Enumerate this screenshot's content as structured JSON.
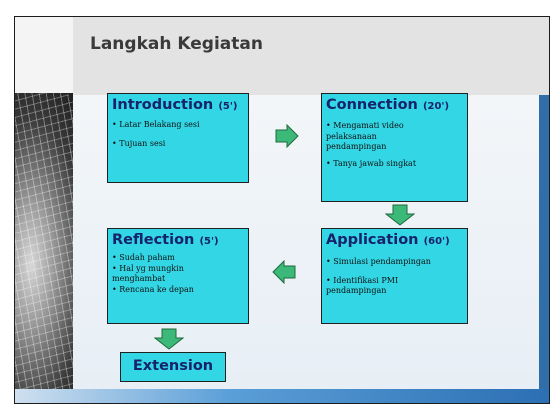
{
  "slide": {
    "title": "Langkah Kegiatan",
    "boxes": {
      "introduction": {
        "label": "Introduction",
        "duration": "(5')",
        "items": [
          "Latar Belakang sesi",
          "Tujuan sesi"
        ]
      },
      "connection": {
        "label": "Connection",
        "duration": "(20')",
        "items": [
          "Mengamati video pelaksanaan pendampingan",
          "Tanya jawab singkat"
        ]
      },
      "reflection": {
        "label": "Reflection",
        "duration": "(5')",
        "items": [
          "Sudah paham",
          "Hal yg mungkin menghambat",
          "Rencana ke depan"
        ]
      },
      "application": {
        "label": "Application",
        "duration": "(60')",
        "items": [
          "Simulasi pendampingan",
          "Identifikasi PMI pendampingan"
        ]
      },
      "extension": {
        "label": "Extension"
      }
    },
    "colors": {
      "box_fill": "#33d6e4",
      "heading_text": "#16236b",
      "arrow_fill": "#3cb878"
    }
  }
}
